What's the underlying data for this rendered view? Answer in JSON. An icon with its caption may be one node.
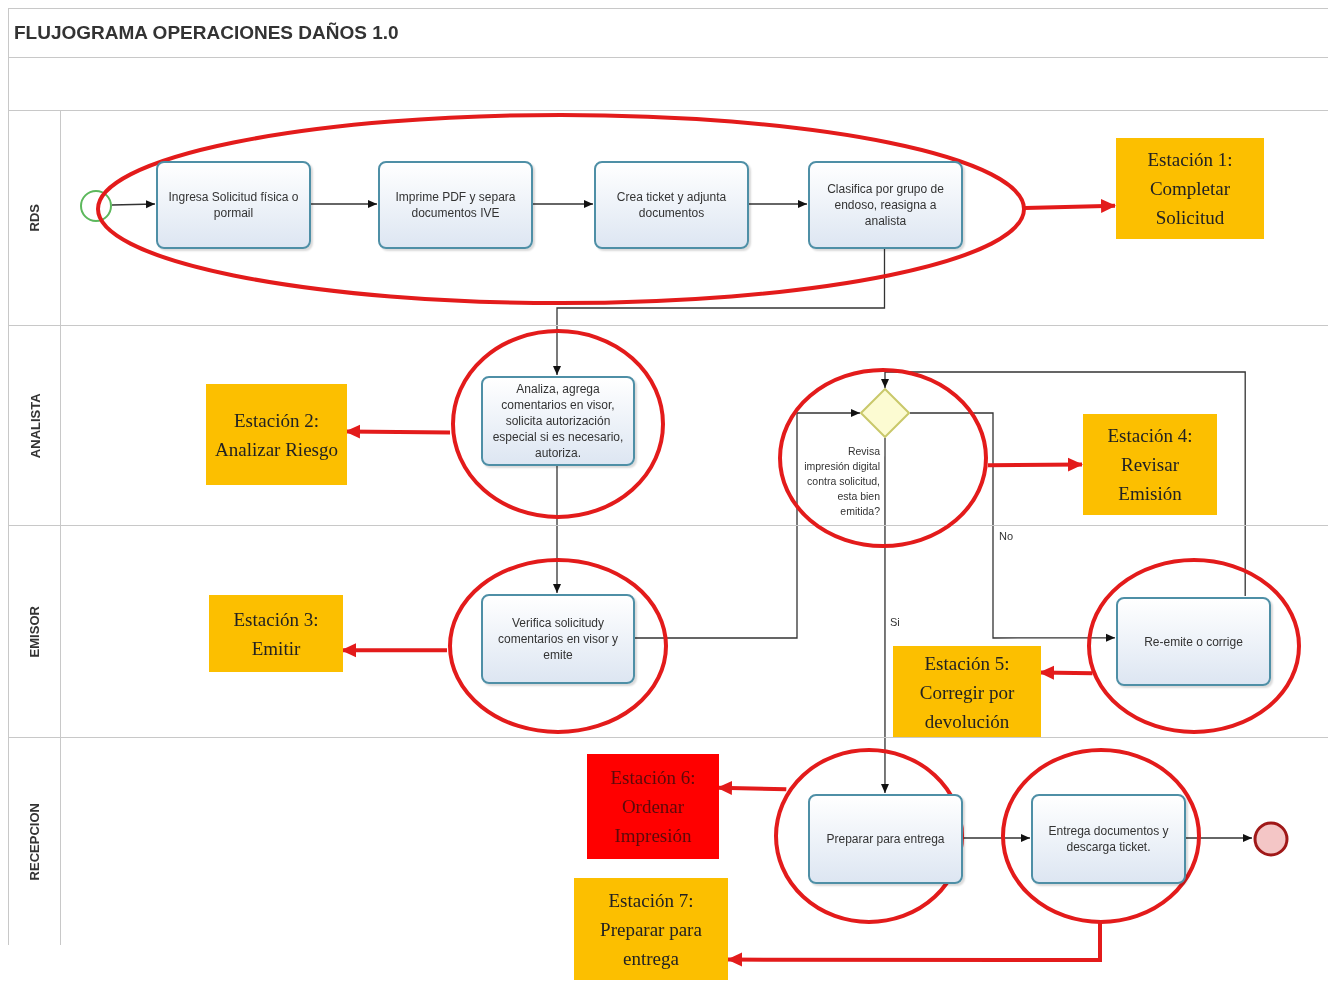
{
  "diagram": {
    "title": "FLUJOGRAMA OPERACIONES DAÑOS 1.0",
    "nodes": [
      {
        "text": [
          "RDS"
        ]
      },
      {
        "text": [
          "ANALISTA"
        ]
      },
      {
        "text": [
          "EMISOR"
        ]
      },
      {
        "text": [
          "RECEPCION"
        ]
      },
      {
        "text": [],
        "shape": "circle",
        "in": 0
      },
      {
        "text": [],
        "shape": "ellipse",
        "in": 0
      },
      {
        "text": [
          "Ingresa Solicitud física o pormail"
        ],
        "in": 5
      },
      {
        "text": [
          "Imprime PDF y separa documentos IVE"
        ],
        "in": 5
      },
      {
        "text": [
          "Crea ticket y adjunta documentos"
        ],
        "in": 5
      },
      {
        "text": [
          "Clasifica por grupo de endoso, reasigna a analista"
        ],
        "in": 5
      },
      {
        "text": [
          "Estación 1: Completar Solicitud"
        ],
        "in": 0
      },
      {
        "text": [],
        "shape": "ellipse",
        "in": 1
      },
      {
        "text": [
          "Analiza, agrega comentarios en visor, solicita autorización especial si es necesario, autoriza."
        ],
        "in": 11
      },
      {
        "text": [
          "Estación 2: Analizar Riesgo"
        ],
        "in": 1
      },
      {
        "text": [],
        "shape": "ellipse"
      },
      {
        "text": [],
        "shape": "diamond",
        "in": 14
      },
      {
        "text": [
          "Estación 4: Revisar Emisión"
        ],
        "in": 1
      },
      {
        "text": [],
        "shape": "ellipse",
        "in": 2
      },
      {
        "text": [
          "Verifica solicitudy comentarios en visor y emite"
        ],
        "in": 17
      },
      {
        "text": [
          "Estación 3: Emitir"
        ],
        "in": 2
      },
      {
        "text": [],
        "shape": "ellipse",
        "in": 2
      },
      {
        "text": [
          "Re-emite o corrige"
        ],
        "in": 20
      },
      {
        "text": [
          "Estación 5: Corregir por devolución"
        ],
        "in": 2
      },
      {
        "text": [
          "Estación 6: Ordenar Impresión"
        ],
        "in": 3
      },
      {
        "text": [],
        "shape": "ellipse",
        "in": 3
      },
      {
        "text": [
          "Preparar para entrega"
        ],
        "in": 24
      },
      {
        "text": [],
        "shape": "ellipse",
        "in": 3
      },
      {
        "text": [
          "Entrega documentos y descarga ticket."
        ],
        "in": 26
      },
      {
        "text": [],
        "shape": "circle",
        "in": 3
      },
      {
        "text": [
          "Estación 7: Preparar para entrega"
        ]
      }
    ],
    "edges": [
      {
        "from": 4,
        "to": 6,
        "arrow": "to"
      },
      {
        "from": 6,
        "to": 7,
        "arrow": "to"
      },
      {
        "from": 7,
        "to": 8,
        "arrow": "to"
      },
      {
        "from": 8,
        "to": 9,
        "arrow": "to"
      },
      {
        "from": 9,
        "to": 12,
        "arrow": "to"
      },
      {
        "from": 12,
        "to": 18,
        "arrow": "to"
      },
      {
        "from": 18,
        "to": 15,
        "arrow": "to"
      },
      {
        "from": 15,
        "to": 25,
        "arrow": "to",
        "label": "Si"
      },
      {
        "from": 15,
        "to": 21,
        "arrow": "to",
        "label": "No"
      },
      {
        "from": 21,
        "to": 15,
        "arrow": "to"
      },
      {
        "from": 25,
        "to": 27,
        "arrow": "to"
      },
      {
        "from": 27,
        "to": 28,
        "arrow": "to"
      },
      {
        "from": 5,
        "to": 10,
        "arrow": "to",
        "style": "thick",
        "color": "#e31b1b"
      },
      {
        "from": 11,
        "to": 13,
        "arrow": "to",
        "style": "thick",
        "color": "#e31b1b"
      },
      {
        "from": 14,
        "to": 16,
        "arrow": "to",
        "style": "thick",
        "color": "#e31b1b"
      },
      {
        "from": 17,
        "to": 19,
        "arrow": "to",
        "style": "thick",
        "color": "#e31b1b"
      },
      {
        "from": 20,
        "to": 22,
        "arrow": "to",
        "style": "thick",
        "color": "#e31b1b"
      },
      {
        "from": 24,
        "to": 23,
        "arrow": "to",
        "style": "thick",
        "color": "#e31b1b"
      },
      {
        "from": 26,
        "to": 29,
        "arrow": "to",
        "style": "thick",
        "color": "#e31b1b"
      }
    ],
    "labels": [
      "Revisa impresión digital contra solicitud, esta bien emitida?"
    ]
  }
}
